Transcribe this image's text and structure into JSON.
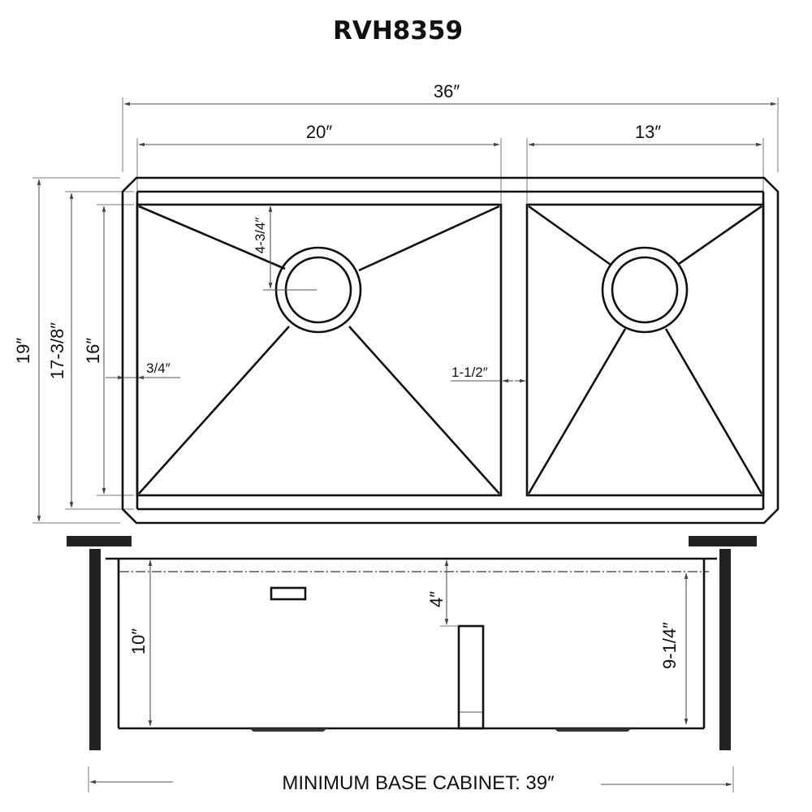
{
  "title": "RVH8359",
  "top_view": {
    "overall_width": "36″",
    "left_bowl_width": "20″",
    "right_bowl_width": "13″",
    "overall_depth": "19″",
    "inner_depth": "17-3/8″",
    "bowl_depth": "16″",
    "rim_width": "3/4″",
    "drain_offset": "4-3/4″",
    "divider_width": "1-1/2″"
  },
  "side_view": {
    "left_bowl_height": "10″",
    "divider_drop": "4″",
    "right_bowl_height": "9-1/4″"
  },
  "footer": {
    "cabinet_label": "MINIMUM BASE CABINET: 39″"
  },
  "colors": {
    "line": "#111111",
    "dimension_line": "#555555",
    "background": "#ffffff"
  }
}
